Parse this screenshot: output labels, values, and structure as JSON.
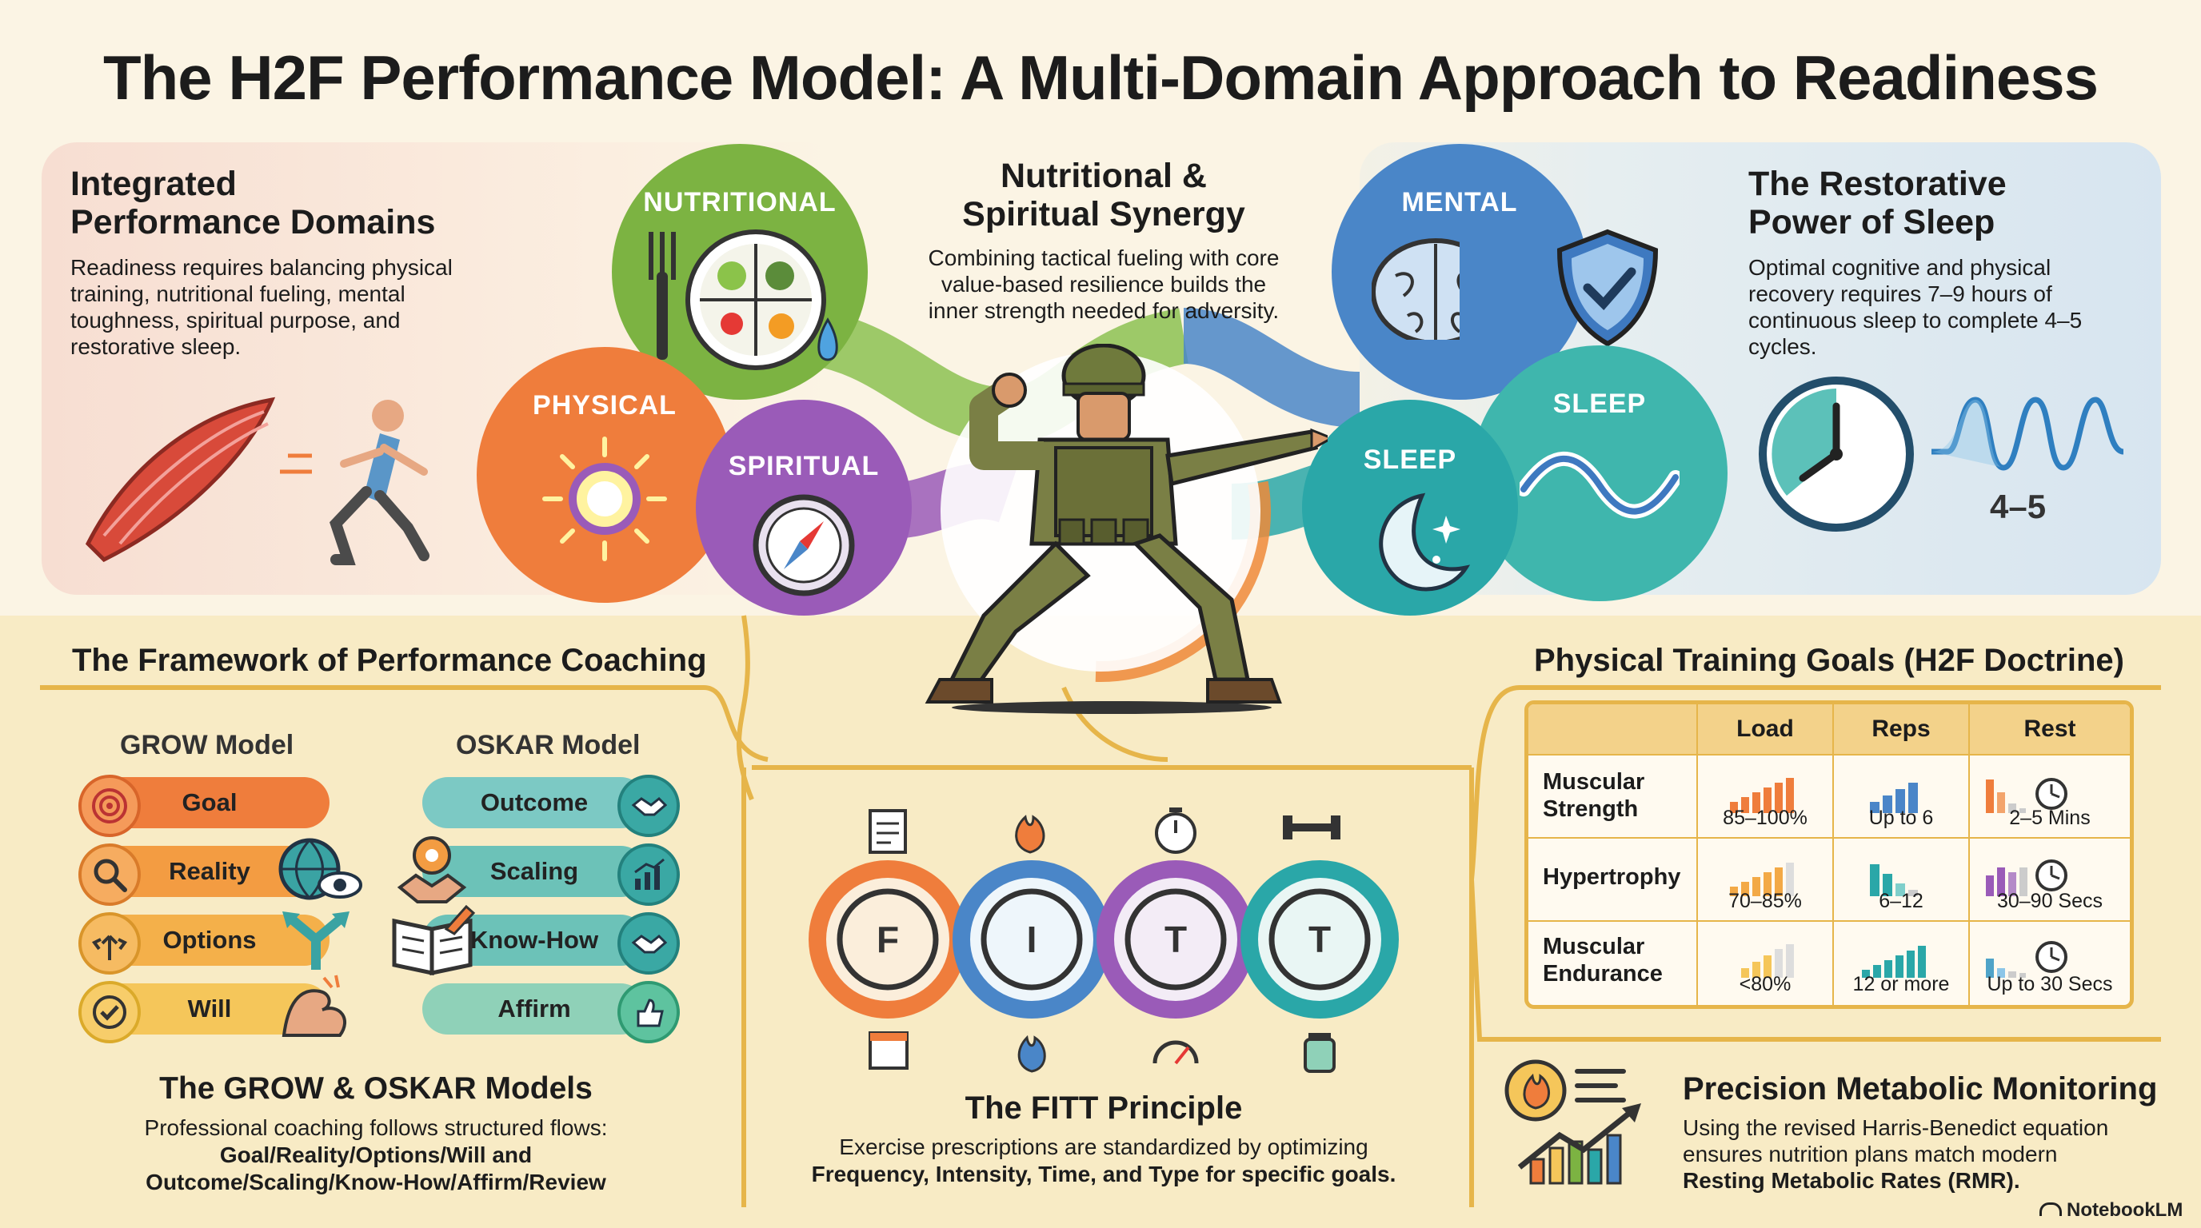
{
  "title": "The H2F Performance Model: A Multi-Domain Approach to Readiness",
  "integrated": {
    "heading_line1": "Integrated",
    "heading_line2": "Performance Domains",
    "body": [
      "Readiness requires balancing physical",
      "training, nutritional fueling, mental",
      "toughness, spiritual purpose, and",
      "restorative sleep."
    ]
  },
  "synergy": {
    "heading_line1": "Nutritional &",
    "heading_line2": "Spiritual Synergy",
    "body": [
      "Combining tactical fueling with core",
      "value-based resilience builds the",
      "inner strength needed for adversity."
    ]
  },
  "sleep_power": {
    "heading_line1": "The Restorative",
    "heading_line2": "Power of Sleep",
    "body": [
      "Optimal cognitive and physical",
      "recovery requires 7–9 hours of",
      "continuous sleep to complete 4–5",
      "cycles."
    ],
    "cycles_label": "4–5"
  },
  "domains": {
    "nutritional": "NUTRITIONAL",
    "physical": "PHYSICAL",
    "spiritual": "SPIRITUAL",
    "mental": "MENTAL",
    "sleep_outer": "SLEEP",
    "sleep_inner": "SLEEP"
  },
  "colors": {
    "nutritional": "#7cb342",
    "physical": "#ef7d3c",
    "spiritual": "#9a5bb8",
    "mental": "#4a86c8",
    "sleep_outer": "#3fb6ad",
    "sleep_inner": "#2aa7a8"
  },
  "coaching": {
    "heading": "The Framework of Performance Coaching",
    "grow_heading": "GROW Model",
    "oskar_heading": "OSKAR Model",
    "grow": [
      "Goal",
      "Reality",
      "Options",
      "Will"
    ],
    "oskar": [
      "Outcome",
      "Scaling",
      "Know-How",
      "Affirm"
    ],
    "summary_heading": "The GROW & OSKAR Models",
    "summary_body": [
      "Professional coaching follows structured flows:",
      "Goal/Reality/Options/Will and",
      "Outcome/Scaling/Know-How/Affirm/Review"
    ]
  },
  "fitt": {
    "letters": [
      "F",
      "I",
      "T",
      "T"
    ],
    "heading": "The FITT Principle",
    "body": [
      "Exercise prescriptions are standardized by optimizing",
      "Frequency, Intensity, Time, and Type for specific goals."
    ]
  },
  "training": {
    "heading": "Physical Training Goals (H2F Doctrine)",
    "columns": [
      "Load",
      "Reps",
      "Rest"
    ],
    "rows": [
      {
        "name_line1": "Muscular",
        "name_line2": "Strength",
        "load": "85–100%",
        "reps": "Up to 6",
        "rest": "2–5 Mins"
      },
      {
        "name_line1": "Hypertrophy",
        "name_line2": "",
        "load": "70–85%",
        "reps": "6–12",
        "rest": "30–90 Secs"
      },
      {
        "name_line1": "Muscular",
        "name_line2": "Endurance",
        "load": "<80%",
        "reps": "12 or more",
        "rest": "Up to 30 Secs"
      }
    ]
  },
  "metabolic": {
    "heading": "Precision Metabolic Monitoring",
    "body": [
      "Using the revised Harris-Benedict equation",
      "ensures nutrition plans match modern",
      "Resting Metabolic Rates (RMR)."
    ]
  },
  "brand": "NotebookLM"
}
